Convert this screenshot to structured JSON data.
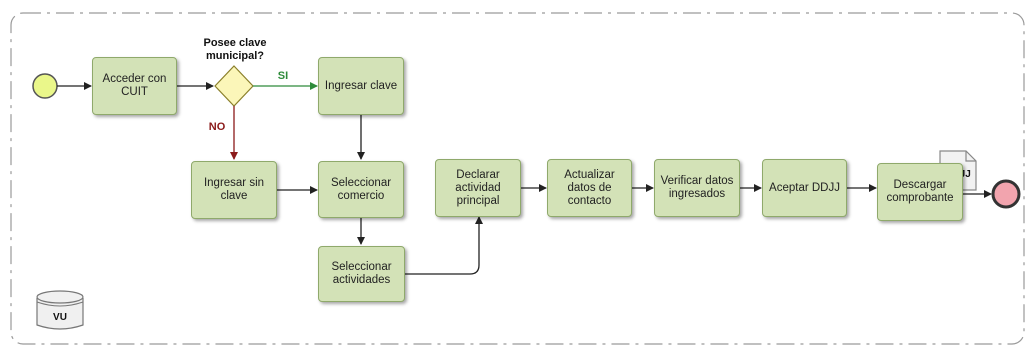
{
  "gateway": {
    "question": "Posee clave municipal?",
    "yes_label": "SI",
    "no_label": "NO"
  },
  "tasks": {
    "acceder": "Acceder con CUIT",
    "ingresar_clave": "Ingresar clave",
    "ingresar_sin_clave": "Ingresar sin clave",
    "seleccionar_comercio": "Seleccionar comercio",
    "seleccionar_actividades": "Seleccionar actividades",
    "declarar_actividad": "Declarar actividad principal",
    "actualizar_datos": "Actualizar datos de contacto",
    "verificar_datos": "Verificar datos ingresados",
    "aceptar_ddjj": "Aceptar DDJJ",
    "descargar_comprobante": "Descargar comprobante"
  },
  "artifacts": {
    "document_label": "DDJJ",
    "datastore_label": "VU"
  },
  "colors": {
    "task_fill": "#d3e2b7",
    "task_border": "#8fa96b",
    "start_fill": "#eaf78a",
    "end_fill": "#f2a4ae",
    "gateway_fill": "#fbf6b9",
    "yes_color": "#2e8b3a",
    "no_color": "#8b1a1a"
  }
}
